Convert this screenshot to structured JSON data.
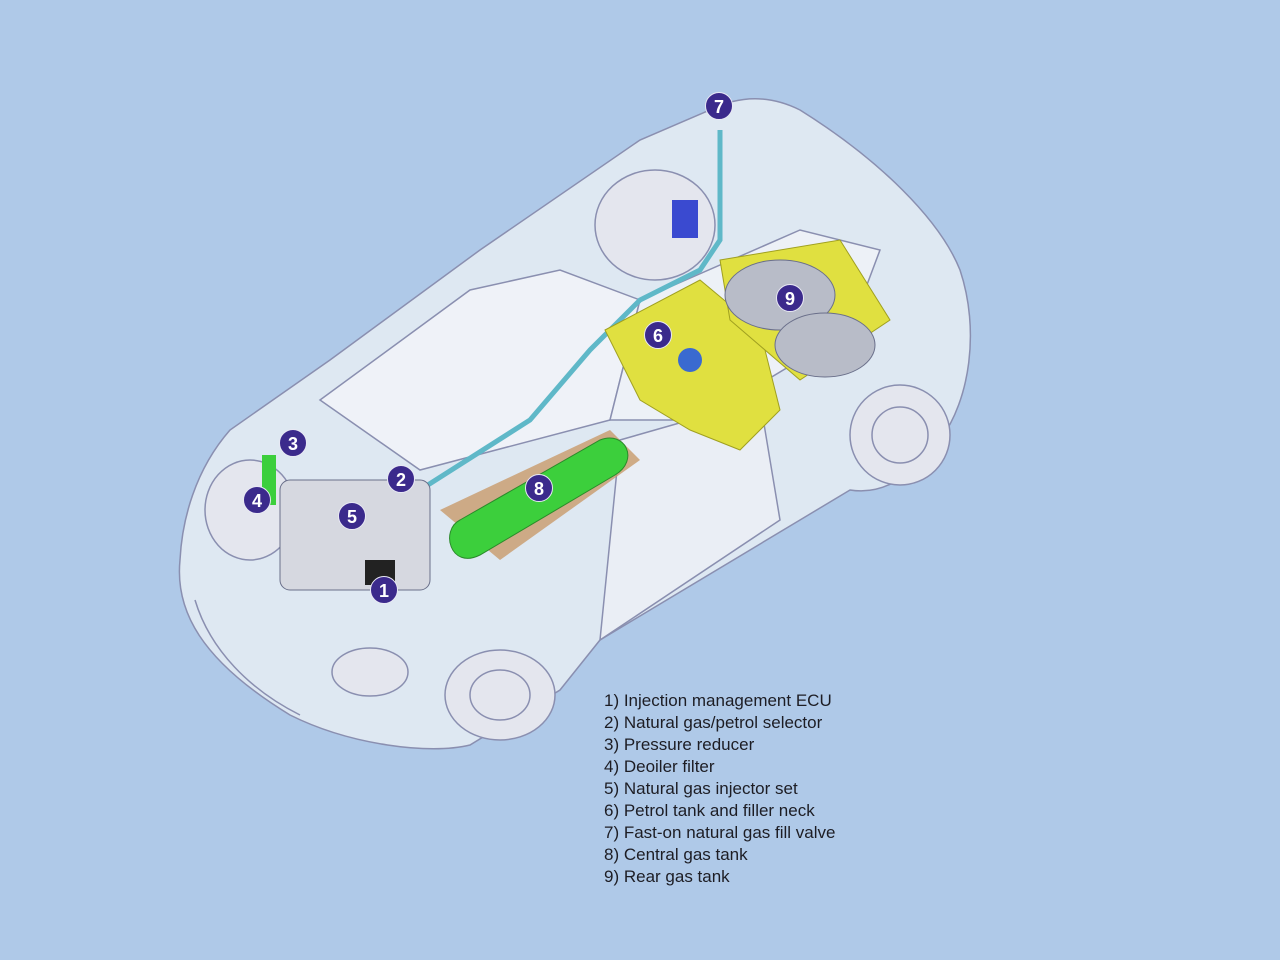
{
  "colors": {
    "background": "#afc9e8",
    "badge": "#3b2a8c",
    "gas_tank": "#3ccf3c",
    "petrol_tank": "#e0e040"
  },
  "badges": [
    "1",
    "2",
    "3",
    "4",
    "5",
    "6",
    "7",
    "8",
    "9"
  ],
  "legend": [
    "1) Injection management ECU",
    "2) Natural gas/petrol selector",
    "3) Pressure reducer",
    "4) Deoiler filter",
    "5) Natural gas injector set",
    "6) Petrol tank and filler neck",
    "7) Fast-on natural gas fill valve",
    "8) Central gas tank",
    "9) Rear gas tank"
  ]
}
